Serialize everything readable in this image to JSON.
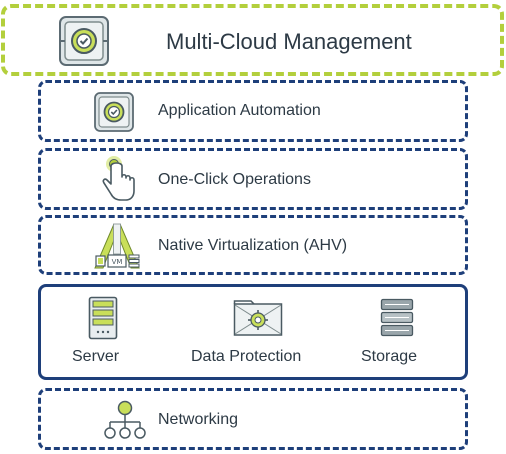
{
  "layers": {
    "multi_cloud": {
      "label": "Multi-Cloud Management",
      "icon": "cloud-manager-icon"
    },
    "app_automation": {
      "label": "Application Automation",
      "icon": "automation-icon"
    },
    "one_click": {
      "label": "One-Click Operations",
      "icon": "hand-pointer-icon"
    },
    "ahv": {
      "label": "Native Virtualization (AHV)",
      "icon": "virtualization-icon",
      "icon_text": "VM"
    },
    "infra": {
      "server": {
        "label": "Server",
        "icon": "server-icon"
      },
      "data_protection": {
        "label": "Data Protection",
        "icon": "shield-folder-icon"
      },
      "storage": {
        "label": "Storage",
        "icon": "storage-icon"
      }
    },
    "networking": {
      "label": "Networking",
      "icon": "network-tree-icon"
    }
  },
  "colors": {
    "green_accent": "#b3cf3c",
    "navy_border": "#1e3f7a",
    "text": "#2d3a45",
    "icon_gray": "#7f8c8d"
  }
}
